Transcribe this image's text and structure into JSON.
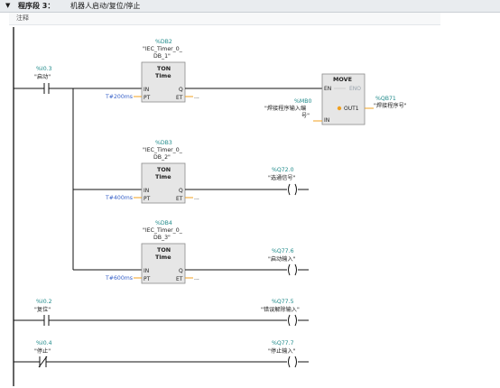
{
  "header": {
    "segment_label": "程序段 3：",
    "segment_title": "机器人启动/复位/停止"
  },
  "comment": {
    "label": "注释"
  },
  "contacts": {
    "start": {
      "addr": "%I0.3",
      "name": "\"启动\""
    },
    "reset": {
      "addr": "%I0.2",
      "name": "\"复位\""
    },
    "stop": {
      "addr": "%I0.4",
      "name": "\"停止\""
    }
  },
  "timers": [
    {
      "db_addr": "%DB2",
      "db_name1": "\"IEC_Timer_0_",
      "db_name2": "DB_1\"",
      "type": "TON",
      "sub": "Time",
      "pt": "T#200ms"
    },
    {
      "db_addr": "%DB3",
      "db_name1": "\"IEC_Timer_0_",
      "db_name2": "DB_2\"",
      "type": "TON",
      "sub": "Time",
      "pt": "T#400ms"
    },
    {
      "db_addr": "%DB4",
      "db_name1": "\"IEC_Timer_0_",
      "db_name2": "DB_3\"",
      "type": "TON",
      "sub": "Time",
      "pt": "T#600ms"
    }
  ],
  "pins": {
    "in": "IN",
    "q": "Q",
    "pt": "PT",
    "et": "ET",
    "dots": "..."
  },
  "move": {
    "title": "MOVE",
    "en": "EN",
    "eno": "ENO",
    "in": "IN",
    "out": "OUT1",
    "src_addr": "%MB0",
    "src_name1": "\"焊接程序输入编",
    "src_name2": "号\"",
    "dst_addr": "%QB71",
    "dst_name": "\"焊接程序号\""
  },
  "coils": {
    "strobe": {
      "addr": "%Q72.0",
      "name": "\"选通信号\""
    },
    "startin": {
      "addr": "%Q77.6",
      "name": "\"启动输入\""
    },
    "errreset": {
      "addr": "%Q77.5",
      "name": "\"错误解除输入\""
    },
    "stopin": {
      "addr": "%Q77.7",
      "name": "\"停止输入\""
    }
  }
}
